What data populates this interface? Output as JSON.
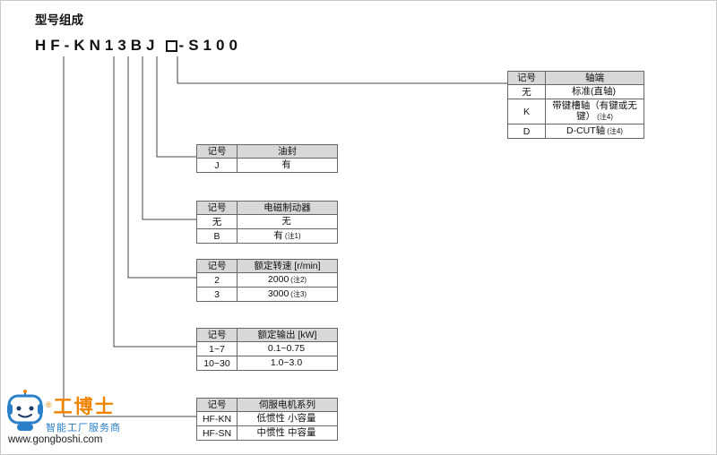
{
  "header": {
    "title": "型号组成"
  },
  "model": {
    "prefix": "HF-KN13BJ",
    "suffix": "-S100"
  },
  "tables": {
    "shaft_end": {
      "headers": [
        "记号",
        "轴端"
      ],
      "rows": [
        {
          "code": "无",
          "value": "标准(直轴)",
          "note": ""
        },
        {
          "code": "K",
          "value": "带键槽轴（有键或无键）",
          "note": "(注4)"
        },
        {
          "code": "D",
          "value": "D-CUT轴",
          "note": "(注4)"
        }
      ]
    },
    "oil_seal": {
      "headers": [
        "记号",
        "油封"
      ],
      "rows": [
        {
          "code": "J",
          "value": "有",
          "note": ""
        }
      ]
    },
    "brake": {
      "headers": [
        "记号",
        "电磁制动器"
      ],
      "rows": [
        {
          "code": "无",
          "value": "无",
          "note": ""
        },
        {
          "code": "B",
          "value": "有",
          "note": "(注1)"
        }
      ]
    },
    "rated_speed": {
      "headers": [
        "记号",
        "额定转速 [r/min]"
      ],
      "rows": [
        {
          "code": "2",
          "value": "2000",
          "note": "(注2)"
        },
        {
          "code": "3",
          "value": "3000",
          "note": "(注3)"
        }
      ]
    },
    "rated_output": {
      "headers": [
        "记号",
        "额定输出 [kW]"
      ],
      "rows": [
        {
          "code": "1~7",
          "value": "0.1~0.75",
          "note": ""
        },
        {
          "code": "10~30",
          "value": "1.0~3.0",
          "note": ""
        }
      ]
    },
    "series": {
      "headers": [
        "记号",
        "伺服电机系列"
      ],
      "rows": [
        {
          "code": "HF-KN",
          "value": "低惯性 小容量",
          "note": ""
        },
        {
          "code": "HF-SN",
          "value": "中惯性 中容量",
          "note": ""
        }
      ]
    }
  },
  "watermark": {
    "registered": "®",
    "brand": "工博士",
    "tagline": "智能工厂服务商",
    "url": "www.gongboshi.com"
  },
  "colors": {
    "header_bg": "#d8d8d8",
    "table_border": "#666666",
    "brand_orange": "#f08300",
    "brand_blue": "#2a7fc9"
  }
}
